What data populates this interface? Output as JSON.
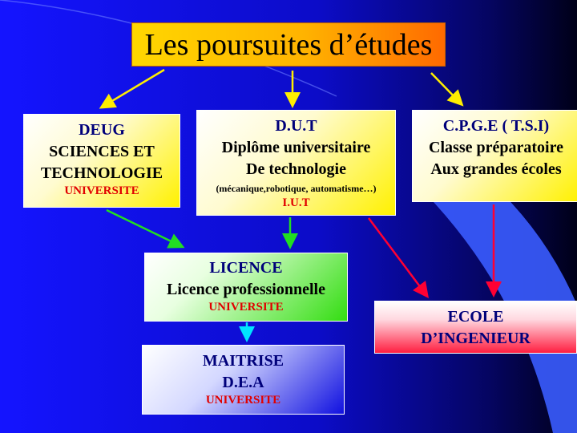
{
  "title": "Les poursuites d’études",
  "deug": {
    "line1": "DEUG",
    "line2": "SCIENCES ET",
    "line3": "TECHNOLOGIE",
    "place": "UNIVERSITE"
  },
  "dut": {
    "line1": "D.U.T",
    "line2": "Diplôme universitaire",
    "line3": "De technologie",
    "detail": "(mécanique,robotique, automatisme…)",
    "place": "I.U.T"
  },
  "cpge": {
    "line1": "C.P.G.E ( T.S.I)",
    "line2": "Classe préparatoire",
    "line3": "Aux grandes écoles"
  },
  "licence": {
    "line1": "LICENCE",
    "line2": "Licence professionnelle",
    "place": "UNIVERSITE"
  },
  "ecole": {
    "line1": "ECOLE",
    "line2": "D’INGENIEUR"
  },
  "maitrise": {
    "line1": "MAITRISE",
    "line2": "D.E.A",
    "place": "UNIVERSITE"
  },
  "colors": {
    "background_start": "#1a1aff",
    "background_end": "#000020",
    "arrow_yellow": "#ffee00",
    "arrow_green": "#22dd22",
    "arrow_red": "#ff0033",
    "arrow_cyan": "#00e5ff",
    "text_dark_blue": "#00007a",
    "text_red": "#e10000"
  }
}
